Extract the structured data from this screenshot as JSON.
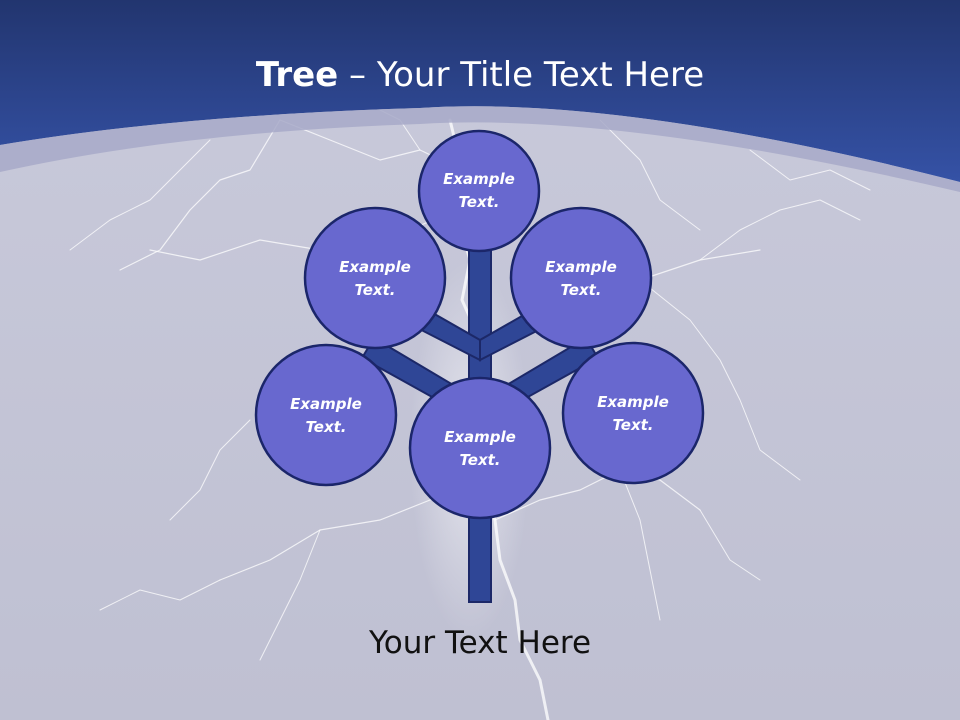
{
  "title": {
    "bold": "Tree",
    "dash": " – ",
    "rest": "Your Title Text Here"
  },
  "footer_text": "Your Text Here",
  "nodes": [
    {
      "line1": "Example",
      "line2": "Text."
    },
    {
      "line1": "Example",
      "line2": "Text."
    },
    {
      "line1": "Example",
      "line2": "Text."
    },
    {
      "line1": "Example",
      "line2": "Text."
    },
    {
      "line1": "Example",
      "line2": "Text."
    },
    {
      "line1": "Example",
      "line2": "Text."
    }
  ],
  "colors": {
    "header_dark": "#223777",
    "header_mid": "#2f4d9a",
    "background": "#c4c5d6",
    "node_fill": "#6b6bd0",
    "node_stroke": "#1e2a6e",
    "branch": "#2e4393"
  }
}
